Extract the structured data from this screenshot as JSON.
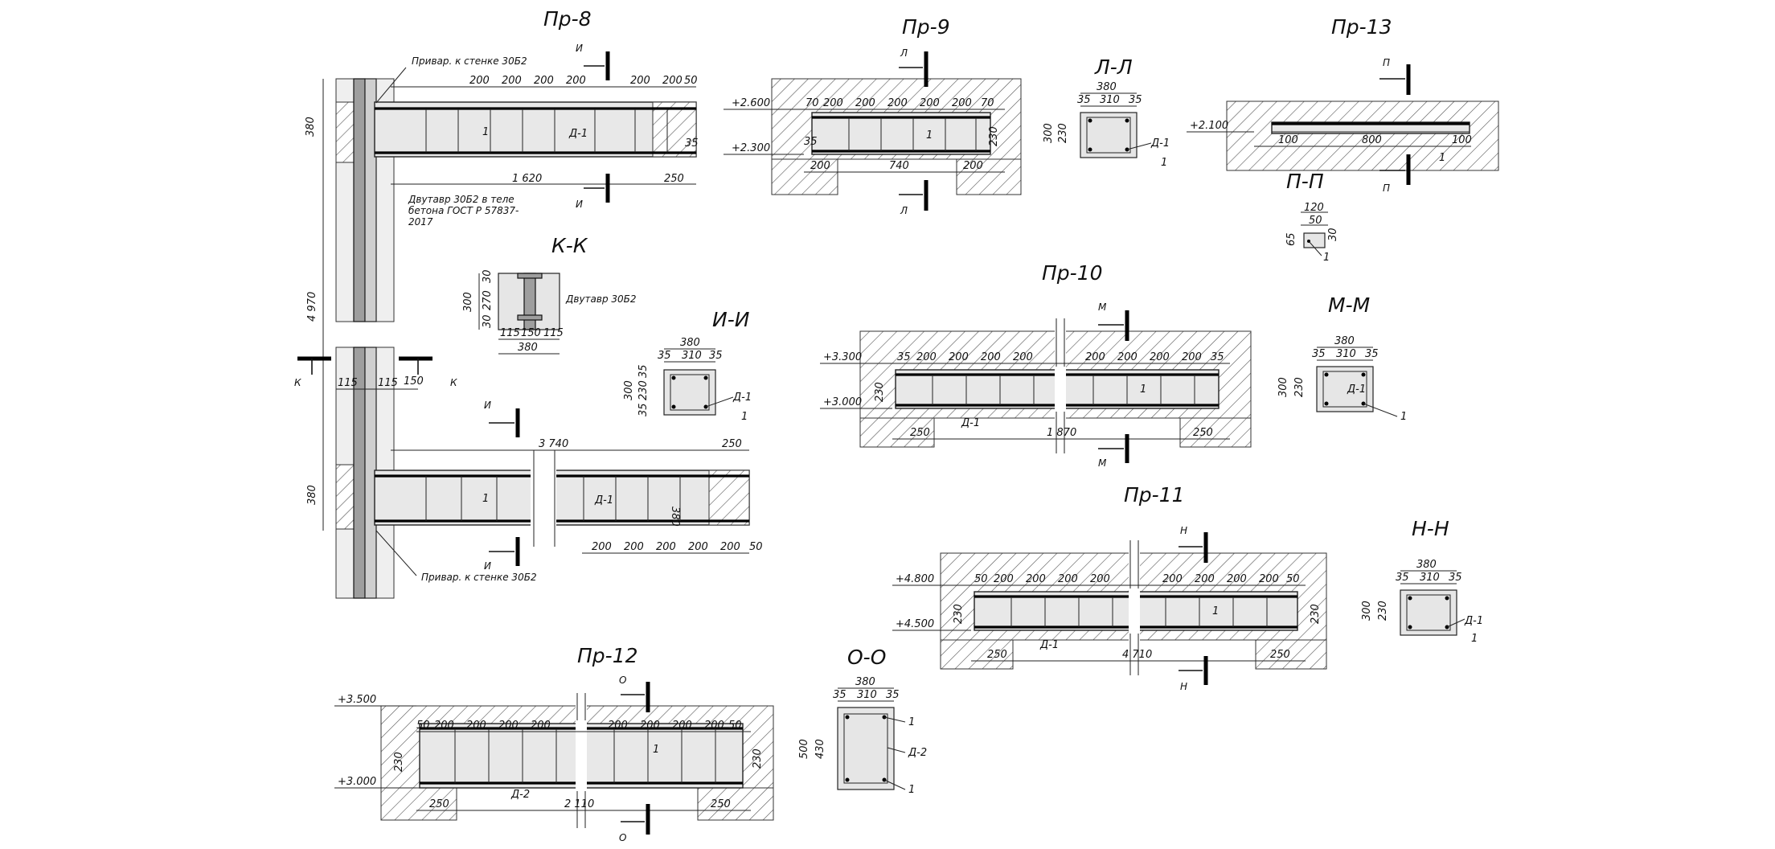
{
  "titles": {
    "pr8": "Пр-8",
    "pr9": "Пр-9",
    "pr13": "Пр-13",
    "pr10": "Пр-10",
    "pr11": "Пр-11",
    "pr12": "Пр-12",
    "ll": "Л-Л",
    "pp": "П-П",
    "kk": "К-К",
    "ii": "И-И",
    "mm": "М-М",
    "nn": "Н-Н",
    "oo": "О-О"
  },
  "marks": {
    "I": "И",
    "L": "Л",
    "P": "П",
    "K": "К",
    "M": "М",
    "N": "Н",
    "O": "О"
  },
  "notes": {
    "weld_top": "Привар. к стенке 30Б2",
    "weld_bottom": "Привар. к стенке 30Б2",
    "ibeam_in_concrete_1": "Двутавр 30Б2 в теле",
    "ibeam_in_concrete_2": "бетона ГОСТ Р 57837-",
    "ibeam_in_concrete_3": "2017",
    "ibeam_kk": "Двутавр 30Б2"
  },
  "labels": {
    "pos1": "1",
    "d1": "Д-1",
    "d2": "Д-2"
  },
  "levels": {
    "pr9_top": "+2.600",
    "pr9_bot": "+2.300",
    "pr13": "+2.100",
    "pr10_top": "+3.300",
    "pr10_bot": "+3.000",
    "pr11_top": "+4.800",
    "pr11_bot": "+4.500",
    "pr12_top": "+3.500",
    "pr12_bot": "+3.000"
  },
  "dims": {
    "d200": "200",
    "d50": "50",
    "d35": "35",
    "d70": "70",
    "d250": "250",
    "d380": "380",
    "d310": "310",
    "d230": "230",
    "d300": "300",
    "d500": "500",
    "d430": "430",
    "d100": "100",
    "d120": "120",
    "d115": "115",
    "d150": "150",
    "d270": "270",
    "d30": "30",
    "d65": "65",
    "pr8_len": "1 620",
    "pr8_height": "4 970",
    "pr8_len2": "3 740",
    "pr9_len": "740",
    "pr13_len": "800",
    "pr10_len": "1 870",
    "pr11_len": "4 710",
    "pr12_len": "2 110"
  }
}
